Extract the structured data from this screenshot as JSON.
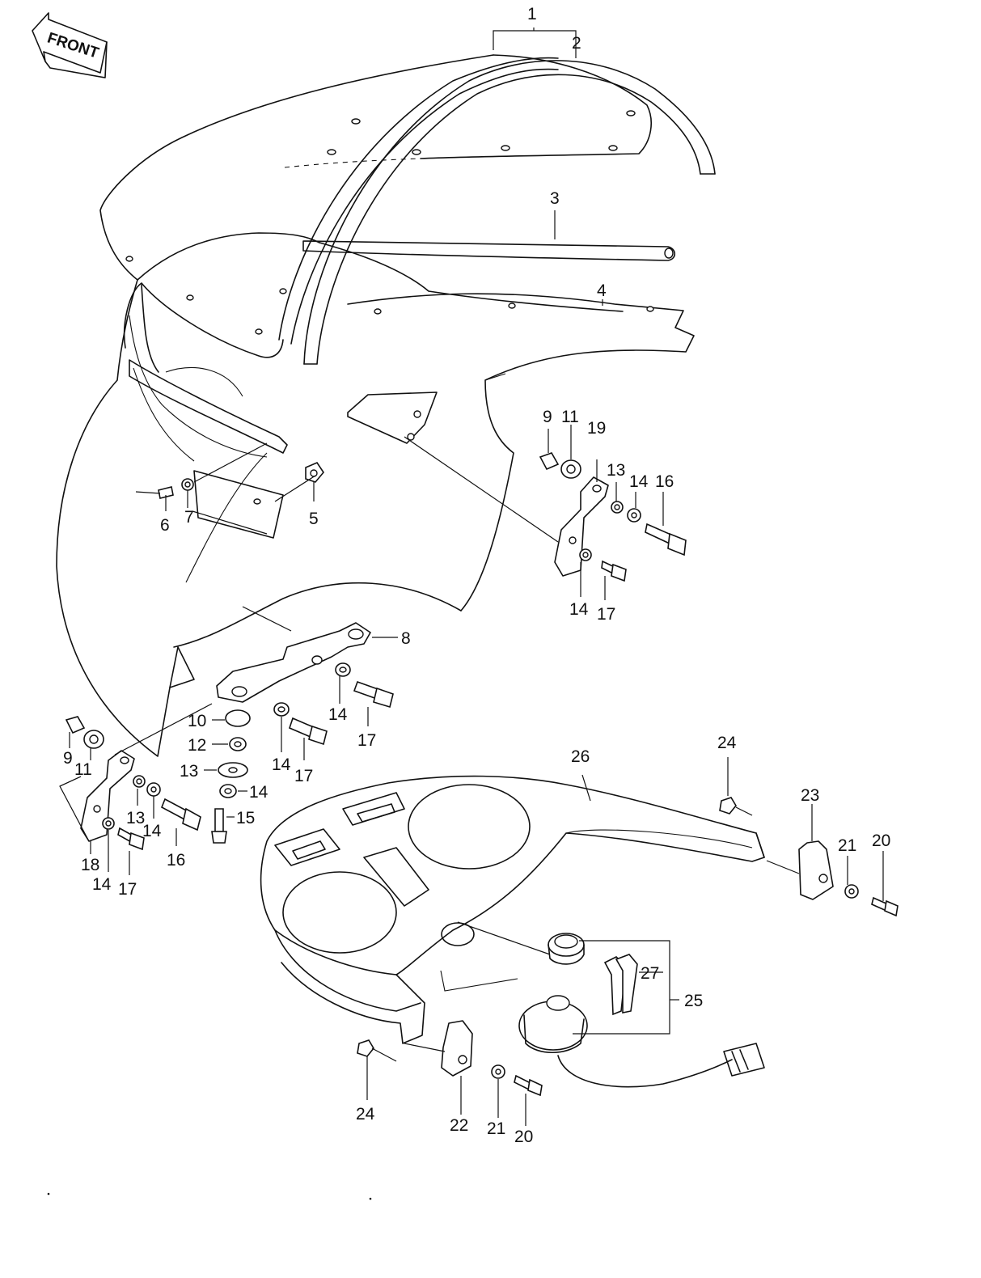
{
  "direction_label": "FRONT",
  "callouts": [
    {
      "id": "c1",
      "text": "1"
    },
    {
      "id": "c2",
      "text": "2"
    },
    {
      "id": "c3",
      "text": "3"
    },
    {
      "id": "c4",
      "text": "4"
    },
    {
      "id": "c5",
      "text": "5"
    },
    {
      "id": "c6",
      "text": "6"
    },
    {
      "id": "c7",
      "text": "7"
    },
    {
      "id": "c8",
      "text": "8"
    },
    {
      "id": "c9a",
      "text": "9"
    },
    {
      "id": "c11a",
      "text": "11"
    },
    {
      "id": "c19",
      "text": "19"
    },
    {
      "id": "c13a",
      "text": "13"
    },
    {
      "id": "c14a",
      "text": "14"
    },
    {
      "id": "c16a",
      "text": "16"
    },
    {
      "id": "c14b",
      "text": "14"
    },
    {
      "id": "c17a",
      "text": "17"
    },
    {
      "id": "c14c",
      "text": "14"
    },
    {
      "id": "c17b",
      "text": "17"
    },
    {
      "id": "c10",
      "text": "10"
    },
    {
      "id": "c12",
      "text": "12"
    },
    {
      "id": "c13b",
      "text": "13"
    },
    {
      "id": "c14d",
      "text": "14"
    },
    {
      "id": "c15",
      "text": "15"
    },
    {
      "id": "c14e",
      "text": "14"
    },
    {
      "id": "c17c",
      "text": "17"
    },
    {
      "id": "c9b",
      "text": "9"
    },
    {
      "id": "c11b",
      "text": "11"
    },
    {
      "id": "c13c",
      "text": "13"
    },
    {
      "id": "c14f",
      "text": "14"
    },
    {
      "id": "c16b",
      "text": "16"
    },
    {
      "id": "c18",
      "text": "18"
    },
    {
      "id": "c14g",
      "text": "14"
    },
    {
      "id": "c17d",
      "text": "17"
    },
    {
      "id": "c26",
      "text": "26"
    },
    {
      "id": "c24a",
      "text": "24"
    },
    {
      "id": "c23",
      "text": "23"
    },
    {
      "id": "c21a",
      "text": "21"
    },
    {
      "id": "c20a",
      "text": "20"
    },
    {
      "id": "c27",
      "text": "27"
    },
    {
      "id": "c25",
      "text": "25"
    },
    {
      "id": "c24b",
      "text": "24"
    },
    {
      "id": "c22",
      "text": "22"
    },
    {
      "id": "c21b",
      "text": "21"
    },
    {
      "id": "c20b",
      "text": "20"
    }
  ]
}
